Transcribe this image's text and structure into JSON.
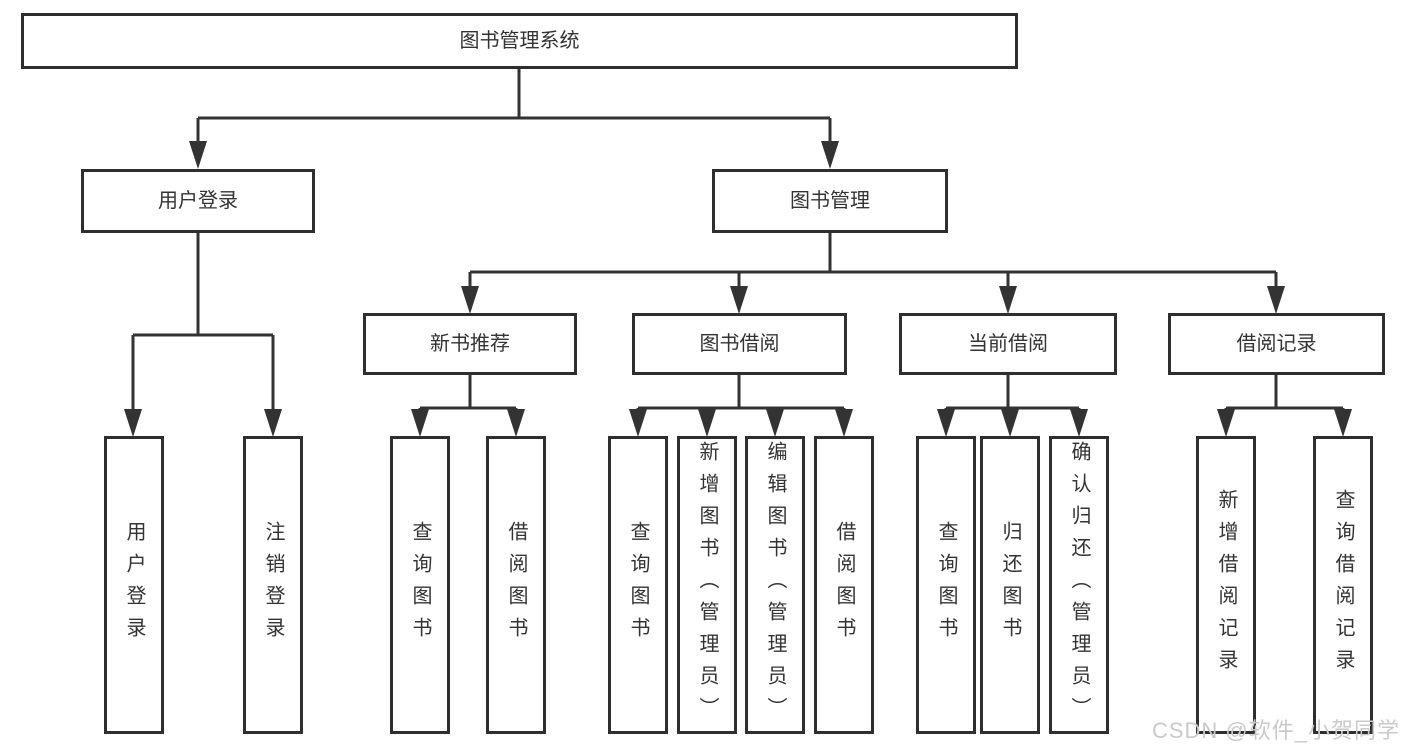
{
  "diagram": {
    "root": {
      "label": "图书管理系统",
      "children": [
        {
          "label": "用户登录",
          "children": [
            {
              "label": "用户登录"
            },
            {
              "label": "注销登录"
            }
          ]
        },
        {
          "label": "图书管理",
          "children": [
            {
              "label": "新书推荐",
              "children": [
                {
                  "label": "查询图书"
                },
                {
                  "label": "借阅图书"
                }
              ]
            },
            {
              "label": "图书借阅",
              "children": [
                {
                  "label": "查询图书"
                },
                {
                  "label": "新增图书（管理员）"
                },
                {
                  "label": "编辑图书（管理员）"
                },
                {
                  "label": "借阅图书"
                }
              ]
            },
            {
              "label": "当前借阅",
              "children": [
                {
                  "label": "查询图书"
                },
                {
                  "label": "归还图书"
                },
                {
                  "label": "确认归还（管理员）"
                }
              ]
            },
            {
              "label": "借阅记录",
              "children": [
                {
                  "label": "新增借阅记录"
                },
                {
                  "label": "查询借阅记录"
                }
              ]
            }
          ]
        }
      ]
    },
    "watermark": "CSDN @软件_小贺同学",
    "colors": {
      "line": "#333333",
      "box_border": "#2e2e2e",
      "text": "#333333",
      "watermark": "#c9c9c9",
      "background": "#ffffff"
    }
  }
}
